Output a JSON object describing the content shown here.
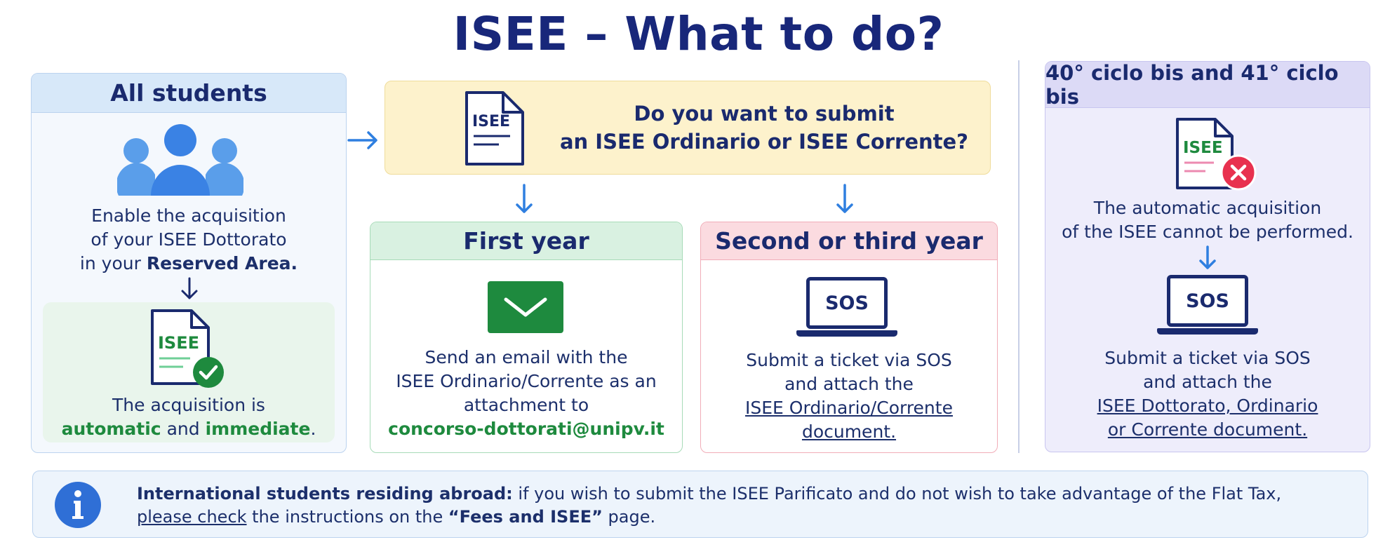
{
  "title": "ISEE – What to do?",
  "all_students": {
    "heading": "All students",
    "text_line1": "Enable the acquisition",
    "text_line2": "of your ISEE Dottorato",
    "text_line3_pre": "in your ",
    "text_line3_bold": "Reserved Area.",
    "doc_label": "ISEE",
    "result_line1": "The acquisition is",
    "result_bold1": "automatic",
    "result_mid": " and ",
    "result_bold2": "immediate",
    "result_end": "."
  },
  "question": {
    "doc_label": "ISEE",
    "line1": "Do you want to submit",
    "line2": "an ISEE Ordinario or ISEE Corrente?"
  },
  "first_year": {
    "heading": "First year",
    "line1": "Send an email with the",
    "line2": "ISEE Ordinario/Corrente as an",
    "line3": "attachment to",
    "email": "concorso-dottorati@unipv.it"
  },
  "second_year": {
    "heading": "Second or third year",
    "laptop_label": "SOS",
    "line1": "Submit a ticket via SOS",
    "line2": "and attach the",
    "line3": "ISEE Ordinario/Corrente",
    "line4": "document."
  },
  "ciclo_bis": {
    "heading": "40° ciclo bis and 41° ciclo bis",
    "doc_label": "ISEE",
    "line1": "The automatic acquisition",
    "line2": "of the ISEE cannot be performed.",
    "laptop_label": "SOS",
    "line3": "Submit a ticket via SOS",
    "line4": "and attach the",
    "line5": "ISEE Dottorato, Ordinario",
    "line6": "or Corrente document."
  },
  "international": {
    "bold_lead": "International students residing abroad:",
    "text1": " if you wish to submit the ISEE Parificato and do not wish to take advantage of the Flat Tax,",
    "link": "please check",
    "text2": " the instructions on the ",
    "page_name": "“Fees and ISEE”",
    "text3": " page."
  },
  "colors": {
    "navy": "#18277a",
    "accent_blue": "#2f7fe0",
    "green": "#1e8a3e",
    "red": "#e8314f"
  }
}
